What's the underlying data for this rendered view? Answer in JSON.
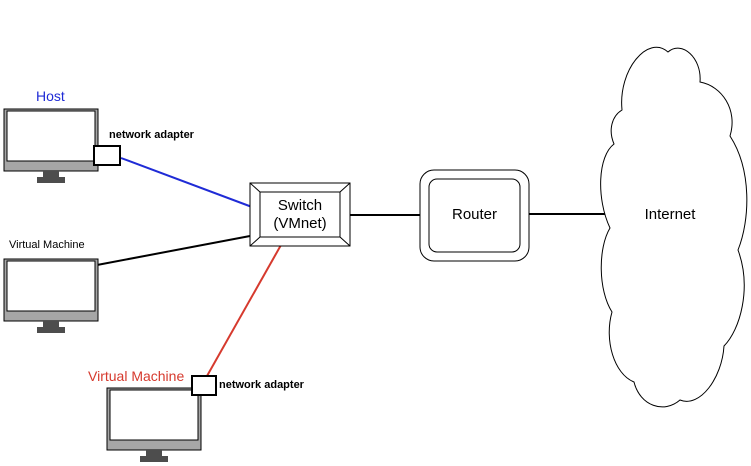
{
  "colors": {
    "host": "#1f2bd6",
    "vm_red": "#d63a2e",
    "line": "#000000",
    "screen_gray": "#a6a6a6",
    "stand_gray": "#4d4d4d"
  },
  "nodes": {
    "host": {
      "label": "Host",
      "adapter_label": "network adapter"
    },
    "vm1": {
      "label": "Virtual Machine"
    },
    "vm2": {
      "label": "Virtual Machine",
      "adapter_label": "network adapter"
    },
    "switch": {
      "line1": "Switch",
      "line2": "(VMnet)"
    },
    "router": {
      "label": "Router"
    },
    "internet": {
      "label": "Internet"
    }
  },
  "connections": [
    {
      "from": "host",
      "to": "switch",
      "color": "#1f2bd6"
    },
    {
      "from": "vm1",
      "to": "switch",
      "color": "#000000"
    },
    {
      "from": "vm2",
      "to": "switch",
      "color": "#d63a2e"
    },
    {
      "from": "switch",
      "to": "router",
      "color": "#000000"
    },
    {
      "from": "router",
      "to": "internet",
      "color": "#000000"
    }
  ]
}
